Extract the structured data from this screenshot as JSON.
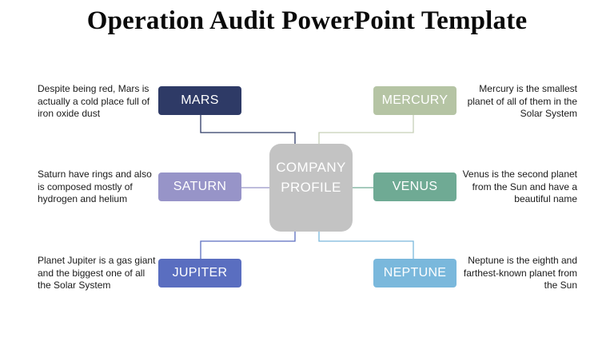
{
  "title": "Operation Audit PowerPoint Template",
  "center": {
    "label": "COMPANY PROFILE",
    "color": "#c3c3c3"
  },
  "nodes": {
    "mars": {
      "label": "MARS",
      "color": "#2e3a66",
      "line_color": "#2e3a66",
      "description": "Despite being red, Mars is actually a cold place full of iron oxide dust"
    },
    "saturn": {
      "label": "SATURN",
      "color": "#9794c8",
      "line_color": "#9794c8",
      "description": "Saturn have rings and also is composed mostly of hydrogen and helium"
    },
    "jupiter": {
      "label": "JUPITER",
      "color": "#5a6ec0",
      "line_color": "#5a6ec0",
      "description": "Planet Jupiter is a gas giant and the biggest one of all the Solar System"
    },
    "mercury": {
      "label": "MERCURY",
      "color": "#b5c4a4",
      "line_color": "#c6d0b8",
      "description": "Mercury is the smallest planet of all of them in the Solar System"
    },
    "venus": {
      "label": "VENUS",
      "color": "#6faa94",
      "line_color": "#6faa94",
      "description": "Venus is the second planet from the Sun and have a beautiful name"
    },
    "neptune": {
      "label": "NEPTUNE",
      "color": "#7ab8dc",
      "line_color": "#7ab8dc",
      "description": "Neptune is the eighth and farthest-known planet from the Sun"
    }
  }
}
